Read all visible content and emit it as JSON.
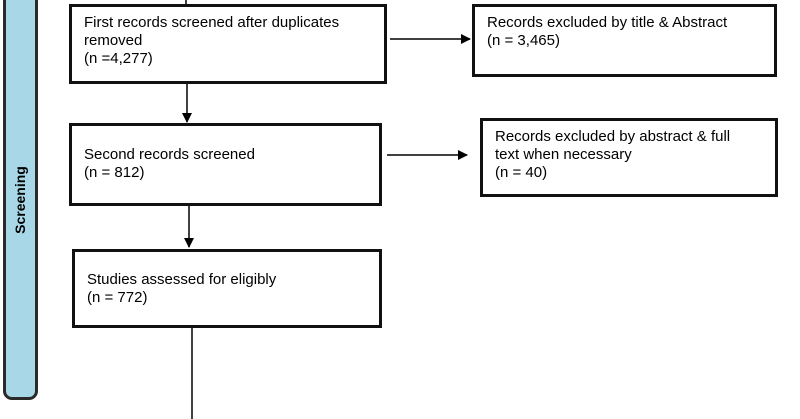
{
  "stage": {
    "label": "Screening"
  },
  "boxes": {
    "first_screened": {
      "line1": "First records screened after duplicates",
      "line2": "removed",
      "count": "(n =4,277)"
    },
    "excluded_title": {
      "line1": "Records excluded by title & Abstract",
      "count": "(n = 3,465)"
    },
    "second_screened": {
      "line1": "Second records screened",
      "count": "(n = 812)"
    },
    "excluded_fulltext": {
      "line1": "Records excluded by abstract & full",
      "line2": "text when necessary",
      "count": "(n = 40)"
    },
    "assessed": {
      "line1": "Studies assessed for eligibly",
      "count": "(n = 772)"
    }
  }
}
